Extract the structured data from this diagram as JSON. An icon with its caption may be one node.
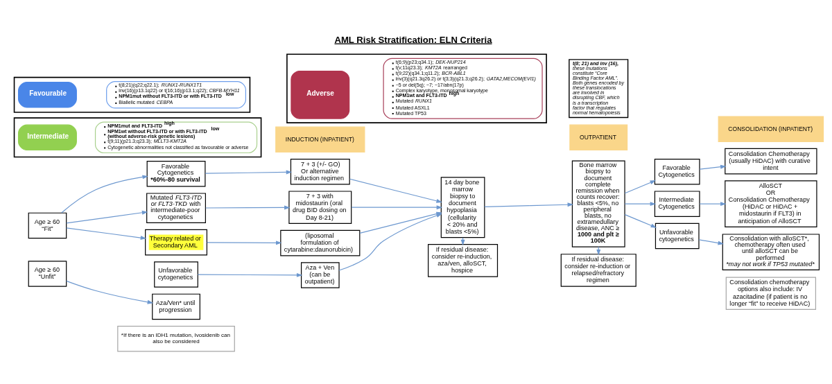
{
  "diagram": {
    "title": "AML Risk Stratification: ELN Criteria",
    "nodes": [
      {
        "text": [],
        "shape": "box"
      },
      {
        "text": [
          "Favourable"
        ],
        "in": 0
      },
      {
        "text": [
          "t(8;21)(q22;q22.1); *RUNX1-RUNX1T1*",
          "inv(16)(p13.1q22) or t(16;16)(p13.1;q22); *CBFB-MYH11*",
          "**NPM1mut without FLT3-ITD or with FLT3-ITD$^{low}$**",
          "Biallelic mutated *CEBPA*"
        ],
        "in": 0
      },
      {
        "text": [],
        "shape": "box"
      },
      {
        "text": [
          "Intermediate"
        ],
        "in": 3
      },
      {
        "text": [
          "**NPM1mut and FLT3-ITD$^{high}$**",
          "**NPM1wt without FLT3-ITD or with FLT3-ITD$^{low}$ (without adverse-risk genetic lesions)**",
          "t(9;11)(p21.3;q23.3); *MLLT3-KMT2A*",
          "Cytogenetic abnormalities not classified as favourable or adverse"
        ],
        "in": 3
      },
      {
        "text": [],
        "shape": "box"
      },
      {
        "text": [
          "Adverse"
        ],
        "in": 6
      },
      {
        "text": [
          "t(6;9)(p23;q34.1); *DEK-NUP214*",
          "t(v;11q23.3); *KMT2A* rearranged",
          "t(9;22)(q34.1;q11.2); *BCR-ABL1*",
          "inv(3)(q21.3q26.2) or t(3;3)(q21.3;q26.2); *GATA2,MECOM(EVI1)*",
          "−5 or del(5q); −7; −17/abn(17p)",
          "Complex karyotype, monosomal karyotype",
          "**NPM1wt and FLT3-ITD$^{high}$**",
          "Mutated *RUNX1*",
          "Mutated ASXL1",
          "Mutated TP53"
        ],
        "in": 6
      },
      {
        "text": [
          "**t(8; 21) and inv (16),** these mutations constitute “Core Binding Factor AML”. Both genes encoded by these translocations are involved in disrupting CBF, which is a transcription factor that regulates normal hematopoiesis"
        ]
      },
      {
        "text": [
          "INDUCTION (INPATIENT)"
        ]
      },
      {
        "text": [
          "OUTPATIENT"
        ]
      },
      {
        "text": [
          "CONSOLIDATION (INPATIENT)"
        ]
      },
      {
        "text": [
          "Age ≥ 60 “Fit”"
        ]
      },
      {
        "text": [
          "Favorable Cytogenetics",
          "*60%-80 survival"
        ]
      },
      {
        "text": [
          "Mutated *FLT3-ITD or FLT3-TKD* with intermediate-poor cytogenetics"
        ]
      },
      {
        "text": [
          "Therapy related or Secondary AML"
        ]
      },
      {
        "text": [
          "Unfavorable cytogenetics"
        ]
      },
      {
        "text": [
          "7 + 3 (+/- GO)",
          "Or alternative induction regimen"
        ]
      },
      {
        "text": [
          "7 + 3 with midostaurin (oral drug BID dosing on Day 8-21)"
        ]
      },
      {
        "text": [
          "(liposomal formulation of cytarabine:daunorubicin)"
        ]
      },
      {
        "text": [
          "Aza + Ven (can be outpatient)"
        ]
      },
      {
        "text": [
          "14 day bone marrow biopsy to document hypoplasia (cellularity < 20% and blasts <5%)"
        ]
      },
      {
        "text": [
          "If residual disease: consider re-induction, aza/ven, alloSCT, hospice"
        ]
      },
      {
        "text": [
          "Bone marrow biopsy to document complete remission when counts recover: blasts <5%, no peripheral blasts, no extramedullary disease, ANC ≥ **1000 and plt ≥ 100K**"
        ]
      },
      {
        "text": [
          "If residual disease: consider re-induction or relapsed/refractory regimen"
        ]
      },
      {
        "text": [
          "Favorable Cytogenetics"
        ]
      },
      {
        "text": [
          "Intermediate Cytogenetics"
        ]
      },
      {
        "text": [
          "Unfavorable cytogenetics"
        ]
      },
      {
        "text": [
          "Consolidation Chemotherapy (usually HiDAC) with curative intent"
        ]
      },
      {
        "text": [
          "AlloSCT",
          "OR",
          "Consolidation Chemotherapy (HiDAC or HiDAC + midostaurin if FLT3) in anticipation of AlloSCT"
        ]
      },
      {
        "text": [
          "Consolidation with alloSCT*, chemotherapy often used until alloSCT can be performed",
          "*may not work if TP53 mutated*"
        ]
      },
      {
        "text": [
          "Consolidation chemotherapy options also include: IV azacitadine (if patient is no longer “fit” to receive HiDAC)"
        ]
      },
      {
        "text": [
          "Age ≥ 60 “Unfit”"
        ]
      },
      {
        "text": [
          "Aza/Ven* until progression"
        ]
      },
      {
        "text": [
          "*If there is an IDH1 mutation, Ivosidenib can also be considered"
        ]
      }
    ],
    "edges": [
      {
        "from": 13,
        "to": 14,
        "arrow": "to"
      },
      {
        "from": 13,
        "to": 15,
        "arrow": "to"
      },
      {
        "from": 13,
        "to": 16,
        "arrow": "to"
      },
      {
        "from": 14,
        "to": 18,
        "arrow": "to"
      },
      {
        "from": 15,
        "to": 19,
        "arrow": "to"
      },
      {
        "from": 16,
        "to": 20,
        "arrow": "to"
      },
      {
        "from": 17,
        "to": 21,
        "arrow": "to"
      },
      {
        "from": 18,
        "to": 22,
        "arrow": "to"
      },
      {
        "from": 19,
        "to": 22,
        "arrow": "to"
      },
      {
        "from": 20,
        "to": 22,
        "arrow": "to"
      },
      {
        "from": 21,
        "to": 22,
        "arrow": "to"
      },
      {
        "from": 22,
        "to": 24,
        "arrow": "to"
      },
      {
        "from": 22,
        "to": 23,
        "arrow": "to"
      },
      {
        "from": 24,
        "to": 25,
        "arrow": "to"
      },
      {
        "from": 24,
        "to": 26,
        "arrow": "to"
      },
      {
        "from": 24,
        "to": 27,
        "arrow": "to"
      },
      {
        "from": 24,
        "to": 28,
        "arrow": "to"
      },
      {
        "from": 26,
        "to": 29,
        "arrow": "to"
      },
      {
        "from": 27,
        "to": 30,
        "arrow": "to"
      },
      {
        "from": 28,
        "to": 31,
        "arrow": "to"
      },
      {
        "from": 33,
        "to": 34,
        "arrow": "to"
      }
    ]
  }
}
